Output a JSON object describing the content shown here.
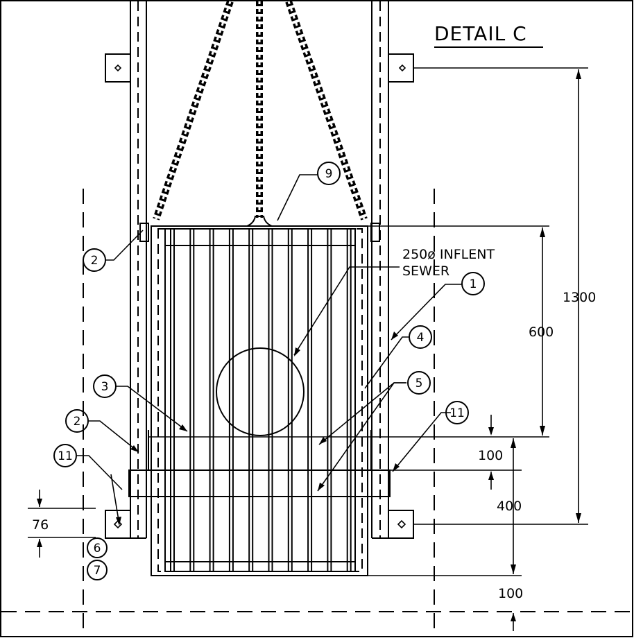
{
  "title": "DETAIL C",
  "note": {
    "line1": "250ø INFLENT",
    "line2": "SEWER"
  },
  "dimensions": {
    "d1300": "1300",
    "d600": "600",
    "d100_upper": "100",
    "d400": "400",
    "d100_lower": "100",
    "d76": "76"
  },
  "balloons": {
    "b9": "9",
    "b2_top": "2",
    "b1": "1",
    "b4": "4",
    "b3": "3",
    "b5": "5",
    "b2_low": "2",
    "b11_right": "11",
    "b11_left": "11",
    "b6": "6",
    "b7": "7"
  }
}
